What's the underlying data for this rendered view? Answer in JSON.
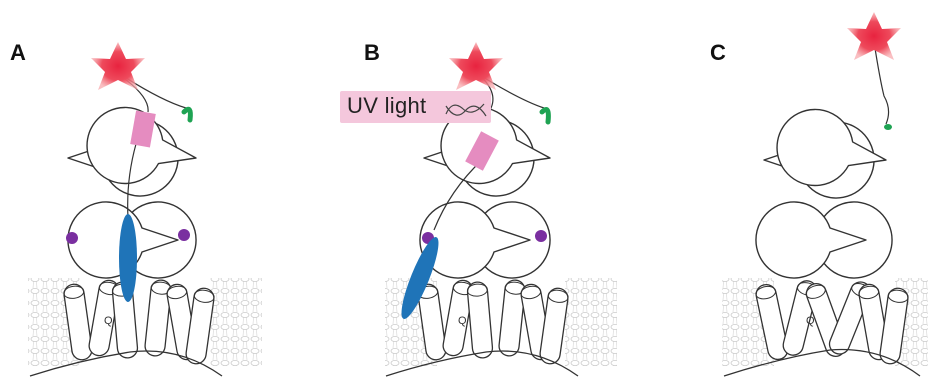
{
  "panels": [
    {
      "label": "A"
    },
    {
      "label": "B"
    },
    {
      "label": "C"
    }
  ],
  "annotation": {
    "uv_label": "UV light"
  },
  "colors": {
    "star": "#e8334a",
    "linker_pink": "#e58cc0",
    "ligand_blue": "#1f74b8",
    "site_purple": "#7a2fa0",
    "anchor_green": "#1fa353",
    "uv_highlight": "#f4c7dc",
    "outline": "#333333",
    "membrane": "#c8c8c8"
  },
  "membrane_label": "Q"
}
